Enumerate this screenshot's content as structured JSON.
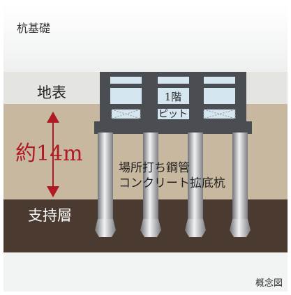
{
  "title": "杭基礎",
  "note": "概念図",
  "labels": {
    "surface": "地表",
    "depth": "約14m",
    "bearing_layer": "支持層",
    "floor": "1階",
    "pit": "ピット",
    "pile_line1": "場所打ち鋼管",
    "pile_line2": "コンクリート拡底杭"
  },
  "colors": {
    "sky": "#f2f4f3",
    "surface_band": "#e4e4e0",
    "soil": "#c7b89f",
    "bearing": "#4a3a30",
    "structure": "#4a4d52",
    "room": "#d5e6f0",
    "arrow": "#b01a24",
    "text_dark": "#222222",
    "text_light": "#ffffff"
  }
}
